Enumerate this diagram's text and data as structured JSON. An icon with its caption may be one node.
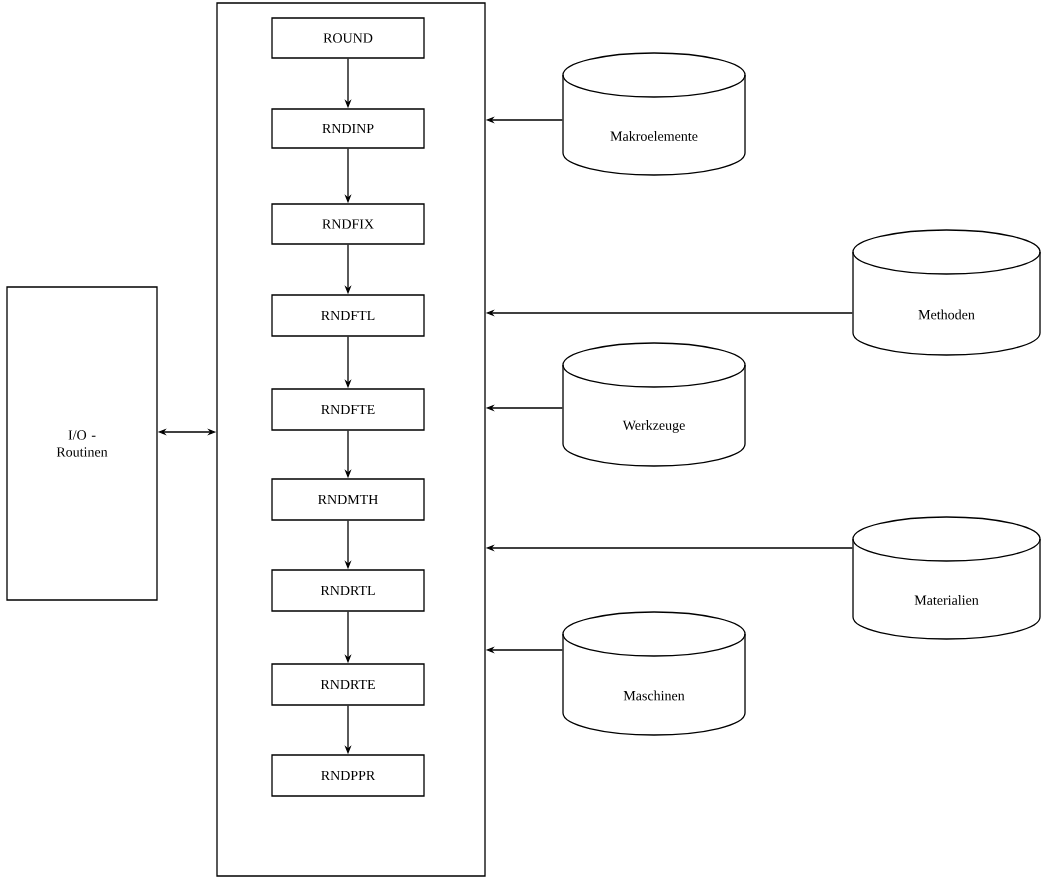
{
  "diagram": {
    "nodes": [
      {
        "text": [],
        "shape": "box"
      },
      {
        "text": [
          "ROUND"
        ],
        "in": 0
      },
      {
        "text": [
          "RNDINP"
        ],
        "in": 0
      },
      {
        "text": [
          "RNDFIX"
        ],
        "in": 0
      },
      {
        "text": [
          "RNDFTL"
        ],
        "in": 0
      },
      {
        "text": [
          "RNDFTE"
        ],
        "in": 0
      },
      {
        "text": [
          "RNDMTH"
        ],
        "in": 0
      },
      {
        "text": [
          "RNDRTL"
        ],
        "in": 0
      },
      {
        "text": [
          "RNDRTE"
        ],
        "in": 0
      },
      {
        "text": [
          "RNDPPR"
        ],
        "in": 0
      },
      {
        "text": [
          "I/O - Routinen"
        ]
      },
      {
        "text": [
          "Makroelemente"
        ]
      },
      {
        "text": [
          "Methoden"
        ]
      },
      {
        "text": [
          "Werkzeuge"
        ]
      },
      {
        "text": [
          "Materialien"
        ]
      },
      {
        "text": [
          "Maschinen"
        ]
      }
    ],
    "edges": [
      {
        "from": 1,
        "to": 2,
        "arrow": "to"
      },
      {
        "from": 2,
        "to": 3,
        "arrow": "to"
      },
      {
        "from": 3,
        "to": 4,
        "arrow": "to"
      },
      {
        "from": 4,
        "to": 5,
        "arrow": "to"
      },
      {
        "from": 5,
        "to": 6,
        "arrow": "to"
      },
      {
        "from": 6,
        "to": 7,
        "arrow": "to"
      },
      {
        "from": 7,
        "to": 8,
        "arrow": "to"
      },
      {
        "from": 8,
        "to": 9,
        "arrow": "to"
      },
      {
        "from": 10,
        "to": 0,
        "arrow": "both"
      },
      {
        "from": 11,
        "to": 0,
        "arrow": "to"
      },
      {
        "from": 12,
        "to": 0,
        "arrow": "to"
      },
      {
        "from": 13,
        "to": 0,
        "arrow": "to"
      },
      {
        "from": 14,
        "to": 0,
        "arrow": "to"
      },
      {
        "from": 15,
        "to": 0,
        "arrow": "to"
      }
    ]
  }
}
